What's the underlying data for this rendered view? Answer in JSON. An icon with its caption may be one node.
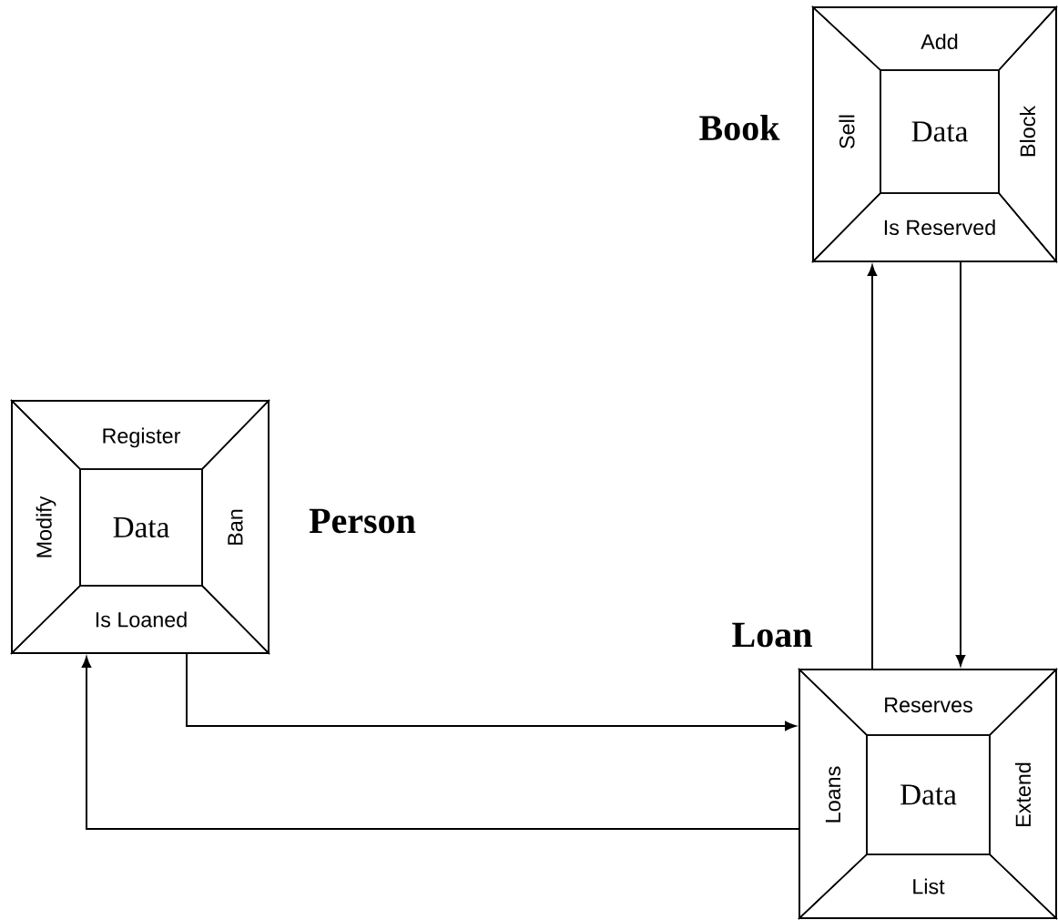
{
  "diagram": {
    "nodes": [
      {
        "text": [],
        "shape": "box",
        "beside": [
          "Book"
        ]
      },
      {
        "text": [
          "Add"
        ],
        "in": 0
      },
      {
        "text": [
          "Sell"
        ],
        "in": 0
      },
      {
        "text": [
          "Data"
        ],
        "in": 0
      },
      {
        "text": [
          "Block"
        ],
        "in": 0
      },
      {
        "text": [
          "Is Reserved"
        ],
        "in": 0
      },
      {
        "text": [],
        "shape": "box",
        "beside": [
          "Person"
        ]
      },
      {
        "text": [
          "Register"
        ],
        "in": 6
      },
      {
        "text": [
          "Modify"
        ],
        "in": 6
      },
      {
        "text": [
          "Data"
        ],
        "in": 6
      },
      {
        "text": [
          "Ban"
        ],
        "in": 6
      },
      {
        "text": [
          "Is Loaned"
        ],
        "in": 6
      },
      {
        "text": [],
        "shape": "box",
        "beside": [
          "Loan"
        ]
      },
      {
        "text": [
          "Reserves"
        ],
        "in": 12
      },
      {
        "text": [
          "Loans"
        ],
        "in": 12
      },
      {
        "text": [
          "Data"
        ],
        "in": 12
      },
      {
        "text": [
          "Extend"
        ],
        "in": 12
      },
      {
        "text": [
          "List"
        ],
        "in": 12
      }
    ],
    "edges": [
      {
        "from": 12,
        "to": 0,
        "arrow": "to"
      },
      {
        "from": 0,
        "to": 12,
        "arrow": "to"
      },
      {
        "from": 6,
        "to": 12,
        "arrow": "to"
      },
      {
        "from": 12,
        "to": 6,
        "arrow": "to"
      }
    ]
  }
}
